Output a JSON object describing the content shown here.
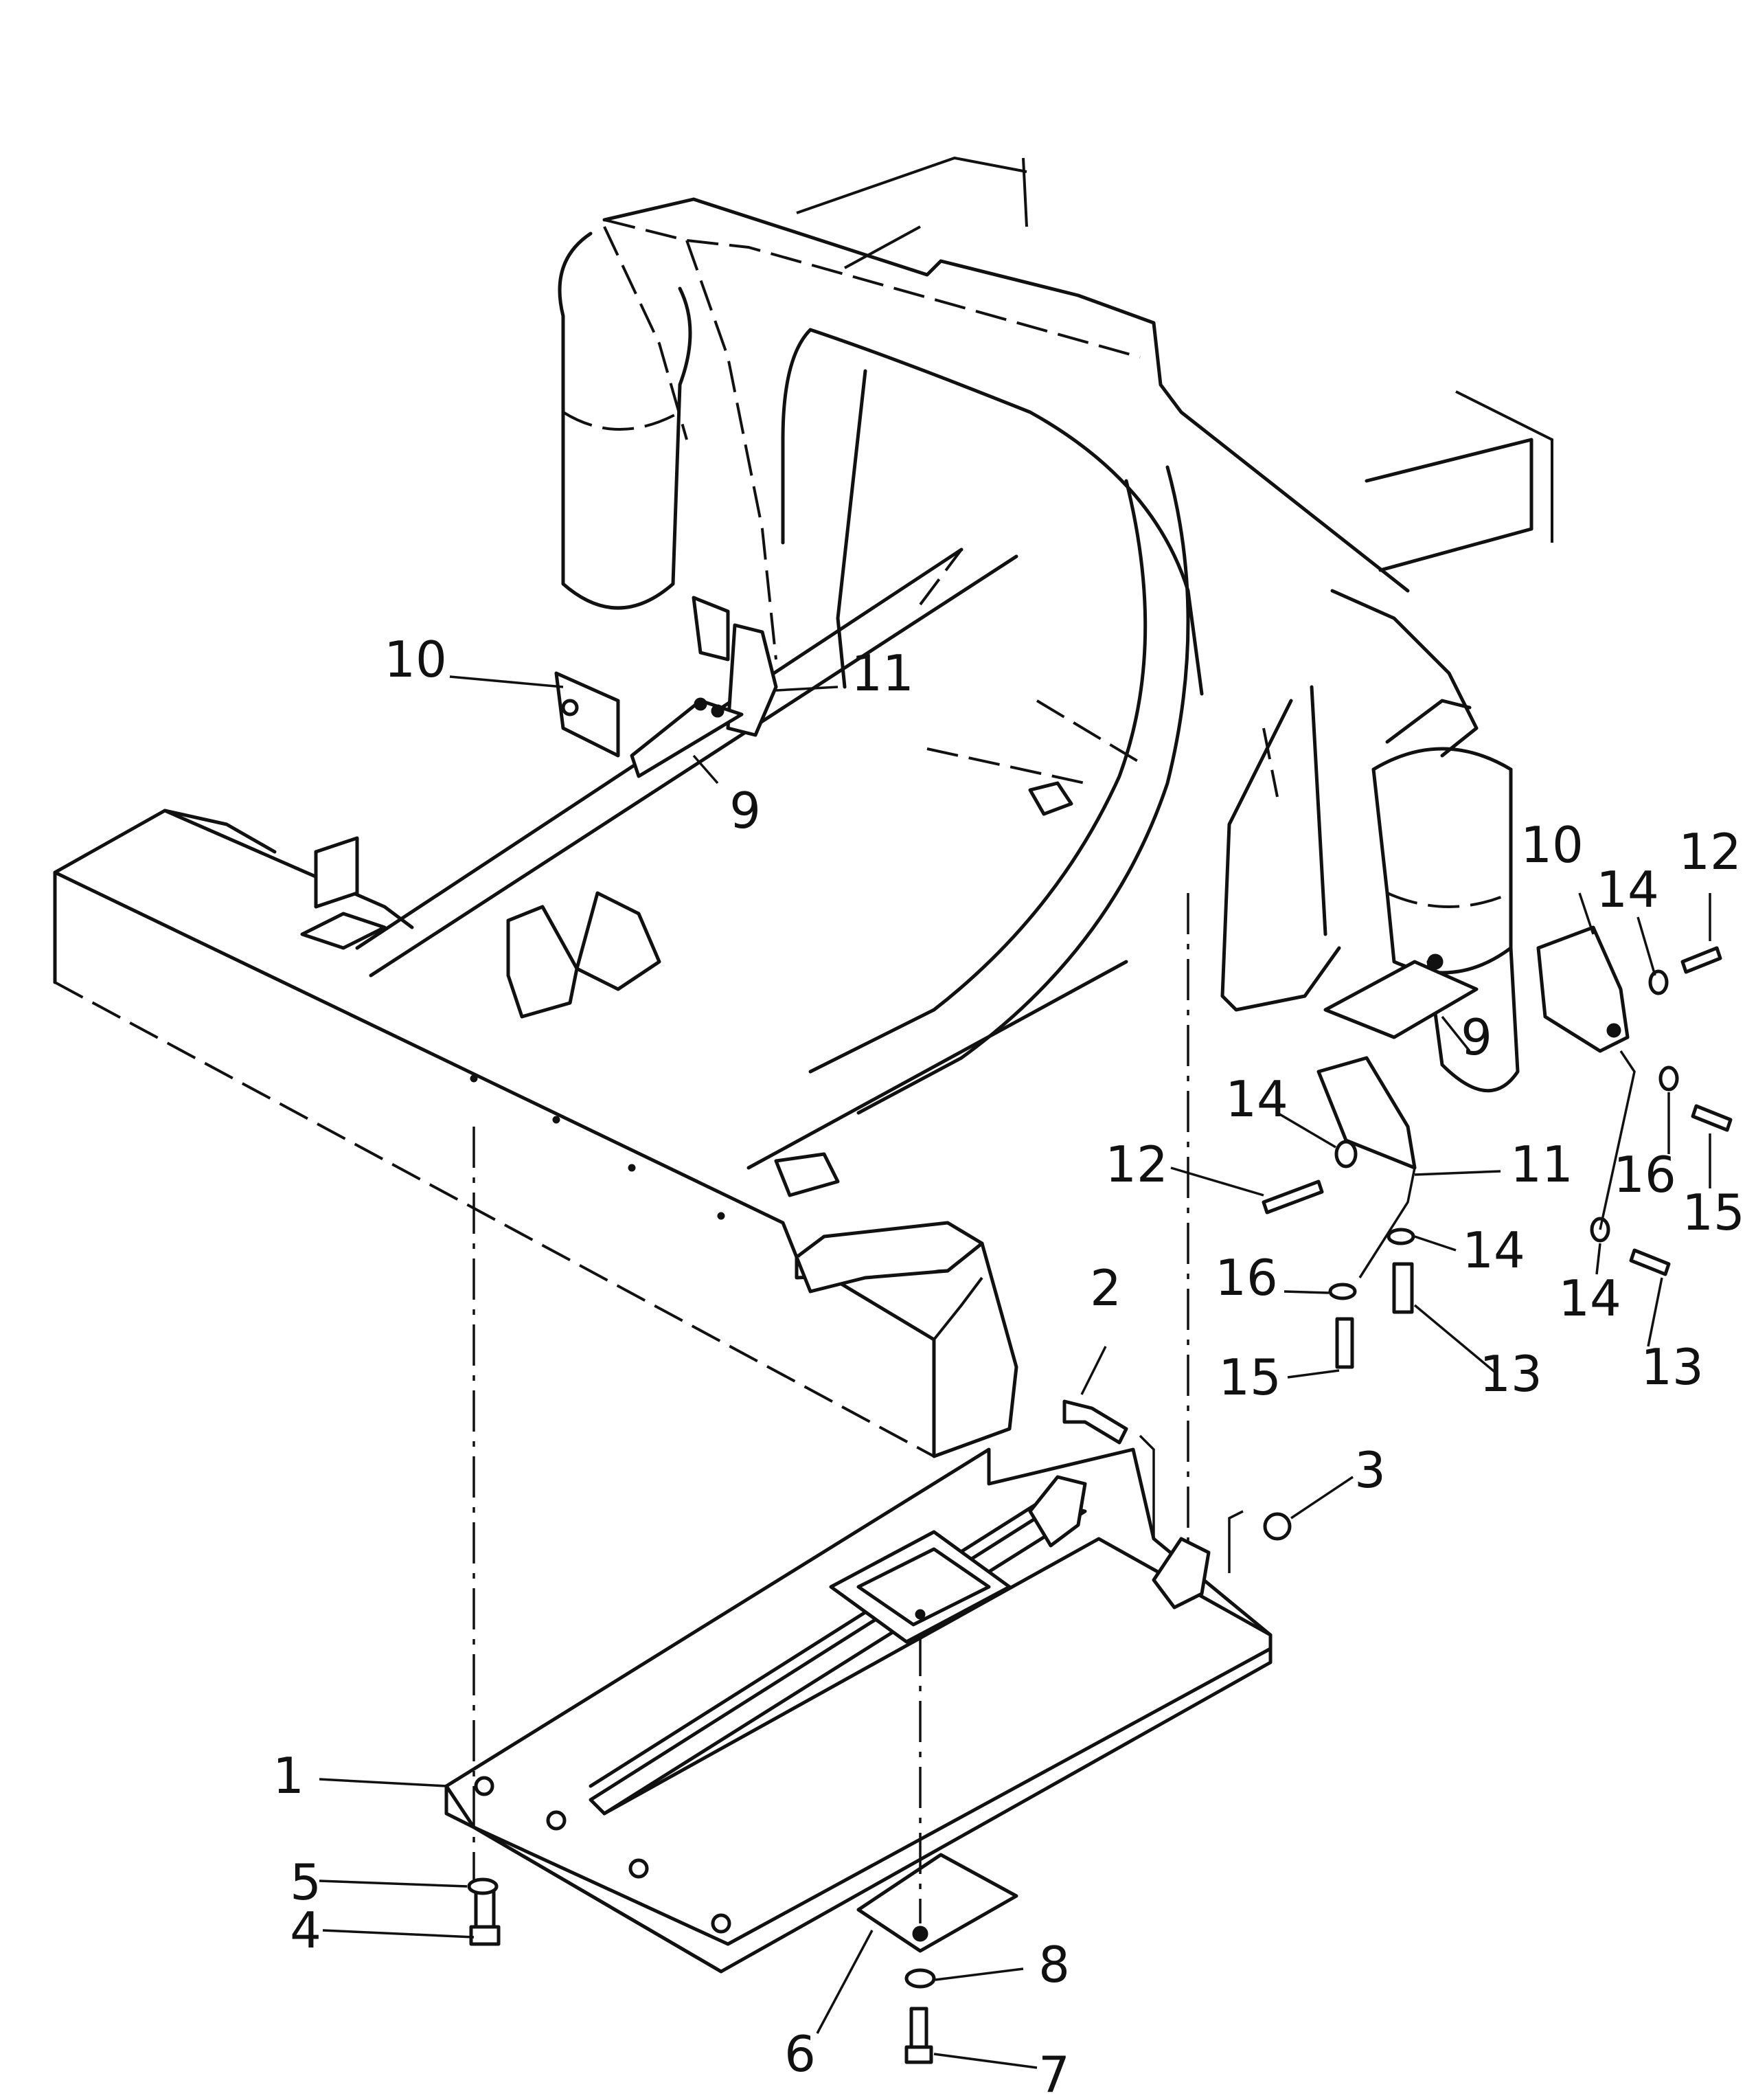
{
  "diagram": {
    "callouts": [
      {
        "id": "c1",
        "text": "1"
      },
      {
        "id": "c2",
        "text": "2"
      },
      {
        "id": "c3",
        "text": "3"
      },
      {
        "id": "c4",
        "text": "4"
      },
      {
        "id": "c5",
        "text": "5"
      },
      {
        "id": "c6",
        "text": "6"
      },
      {
        "id": "c7",
        "text": "7"
      },
      {
        "id": "c8",
        "text": "8"
      },
      {
        "id": "c9a",
        "text": "9"
      },
      {
        "id": "c9b",
        "text": "9"
      },
      {
        "id": "c10a",
        "text": "10"
      },
      {
        "id": "c10b",
        "text": "10"
      },
      {
        "id": "c11a",
        "text": "11"
      },
      {
        "id": "c11b",
        "text": "11"
      },
      {
        "id": "c12a",
        "text": "12"
      },
      {
        "id": "c12b",
        "text": "12"
      },
      {
        "id": "c13a",
        "text": "13"
      },
      {
        "id": "c13b",
        "text": "13"
      },
      {
        "id": "c14a",
        "text": "14"
      },
      {
        "id": "c14b",
        "text": "14"
      },
      {
        "id": "c14c",
        "text": "14"
      },
      {
        "id": "c14d",
        "text": "14"
      },
      {
        "id": "c15a",
        "text": "15"
      },
      {
        "id": "c15b",
        "text": "15"
      },
      {
        "id": "c16a",
        "text": "16"
      },
      {
        "id": "c16b",
        "text": "16"
      }
    ]
  }
}
